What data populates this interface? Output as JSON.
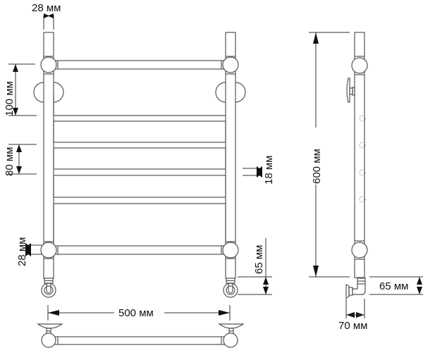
{
  "drawing": {
    "title": "Heated towel rail dimensional drawing",
    "front_view": {
      "dimensions": {
        "pipe_diameter_top": "28 мм",
        "top_section_spacing": "100 мм",
        "rung_spacing": "80 мм",
        "rung_thickness": "18 мм",
        "pipe_diameter_bottom": "28 мм",
        "connection_offset": "65 мм",
        "center_distance": "500 мм"
      },
      "rungs_count": 5
    },
    "side_view": {
      "dimensions": {
        "height": "600 мм",
        "connection_offset": "65 мм",
        "wall_distance": "70 мм"
      },
      "hidden_mount_points": 4
    }
  }
}
